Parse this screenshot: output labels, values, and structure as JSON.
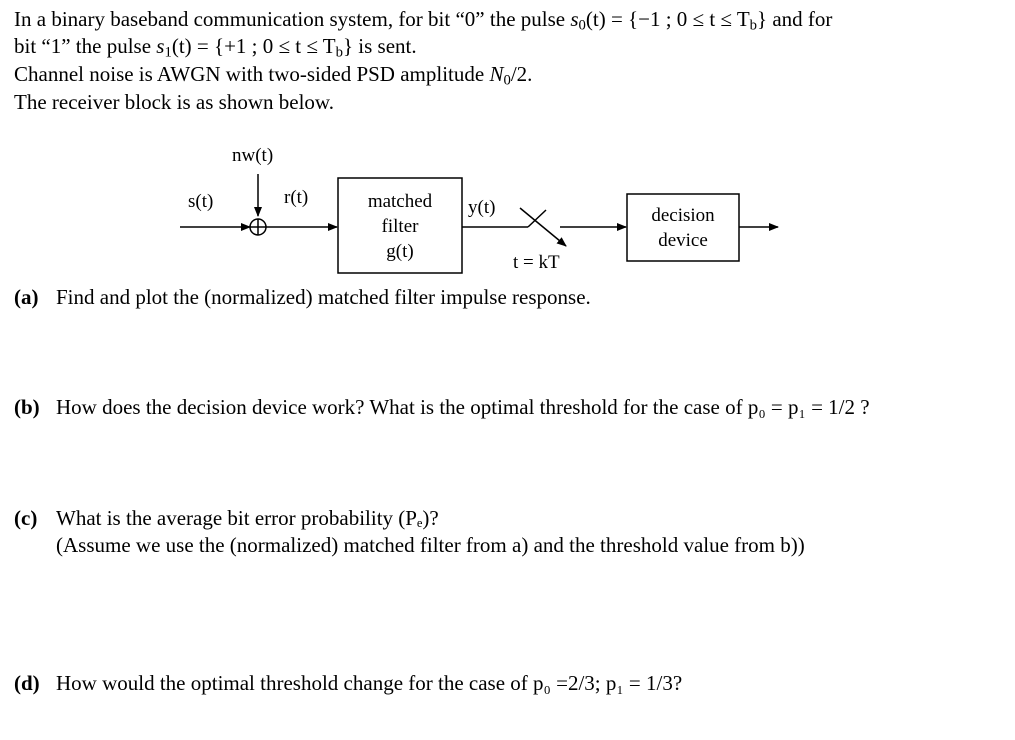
{
  "intro": {
    "line1": {
      "a": "In a binary baseband communication system, for bit “0” the pulse ",
      "s0": "s",
      "s0_sub": "0",
      "s0_expr": "(t) = {−1 ; 0 ≤ t ≤ T",
      "tb_sub": "b",
      "s0_tail": "} and for"
    },
    "line2": {
      "a": "bit “1” the pulse ",
      "s1": "s",
      "s1_sub": "1",
      "s1_expr": "(t) = {+1 ; 0 ≤ t ≤ T",
      "tb_sub": "b",
      "s1_tail": "}  is sent."
    },
    "line3": {
      "a": "Channel noise is AWGN with two-sided PSD amplitude ",
      "n0": "N",
      "n0_sub": "0",
      "n0_tail": "/2."
    },
    "line4": "The receiver block is as shown below."
  },
  "diagram": {
    "noise_label": "nw(t)",
    "input_label": "s(t)",
    "received_label": "r(t)",
    "filter_line1": "matched",
    "filter_line2": "filter",
    "filter_line3": "g(t)",
    "output_label": "y(t)",
    "sample_label": "t = kT",
    "decision_line1": "decision",
    "decision_line2": "device"
  },
  "questions": [
    {
      "label": "(a)",
      "text": "Find and plot the (normalized) matched filter impulse response."
    },
    {
      "label": "(b)",
      "text": "How does the decision device work? What is the optimal threshold for the case of p₀ = p₁ = 1/2 ?"
    },
    {
      "label": "(c)",
      "text": "What is the average bit error probability (Pₑ)?",
      "text2": "(Assume we use the (normalized) matched filter from a) and the threshold value from b))"
    },
    {
      "label": "(d)",
      "text": "How would the optimal threshold change for the case of p₀ =2/3; p₁ = 1/3?"
    }
  ]
}
